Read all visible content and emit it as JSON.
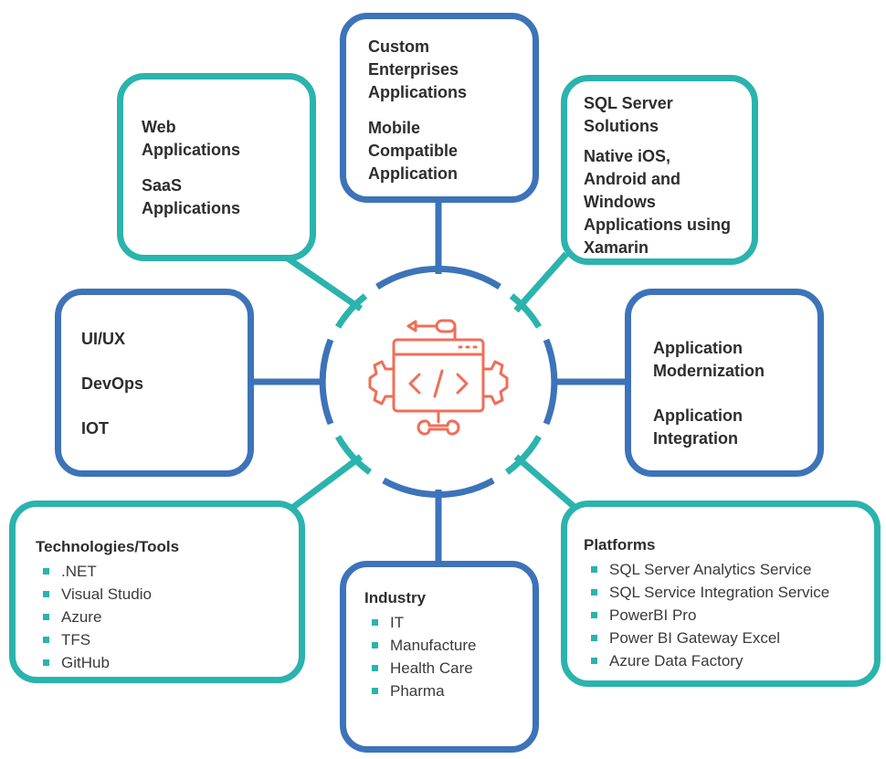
{
  "nodes": {
    "custom_enterprise": {
      "lines_a": [
        "Custom",
        "Enterprises",
        "Applications"
      ],
      "lines_b": [
        "Mobile",
        "Compatible",
        "Application"
      ]
    },
    "web_apps": {
      "lines_a": [
        "Web",
        "Applications"
      ],
      "lines_b": [
        "SaaS",
        "Applications"
      ]
    },
    "sql_server": {
      "lines_a": [
        "SQL Server",
        "Solutions"
      ],
      "lines_b": [
        "Native iOS,",
        "Android and",
        "Windows",
        "Applications using",
        "Xamarin"
      ]
    },
    "uiux": {
      "items": [
        "UI/UX",
        "DevOps",
        "IOT"
      ]
    },
    "app_modernization": {
      "lines_a": [
        "Application",
        "Modernization"
      ],
      "lines_b": [
        "Application",
        "Integration"
      ]
    },
    "technologies": {
      "title": "Technologies/Tools",
      "items": [
        ".NET",
        "Visual Studio",
        "Azure",
        "TFS",
        "GitHub"
      ]
    },
    "industry": {
      "title": "Industry",
      "items": [
        "IT",
        "Manufacture",
        "Health Care",
        "Pharma"
      ]
    },
    "platforms": {
      "title": "Platforms",
      "items": [
        "SQL Server Analytics Service",
        "SQL Service Integration Service",
        "PowerBI Pro",
        "Power BI Gateway Excel",
        "Azure Data Factory"
      ]
    }
  },
  "colors": {
    "teal": "#2bb3ad",
    "blue": "#3d73b9",
    "icon": "#f06e58",
    "text": "#2d2d2d"
  },
  "center_icon": "code-window-gears-wrench-icon"
}
